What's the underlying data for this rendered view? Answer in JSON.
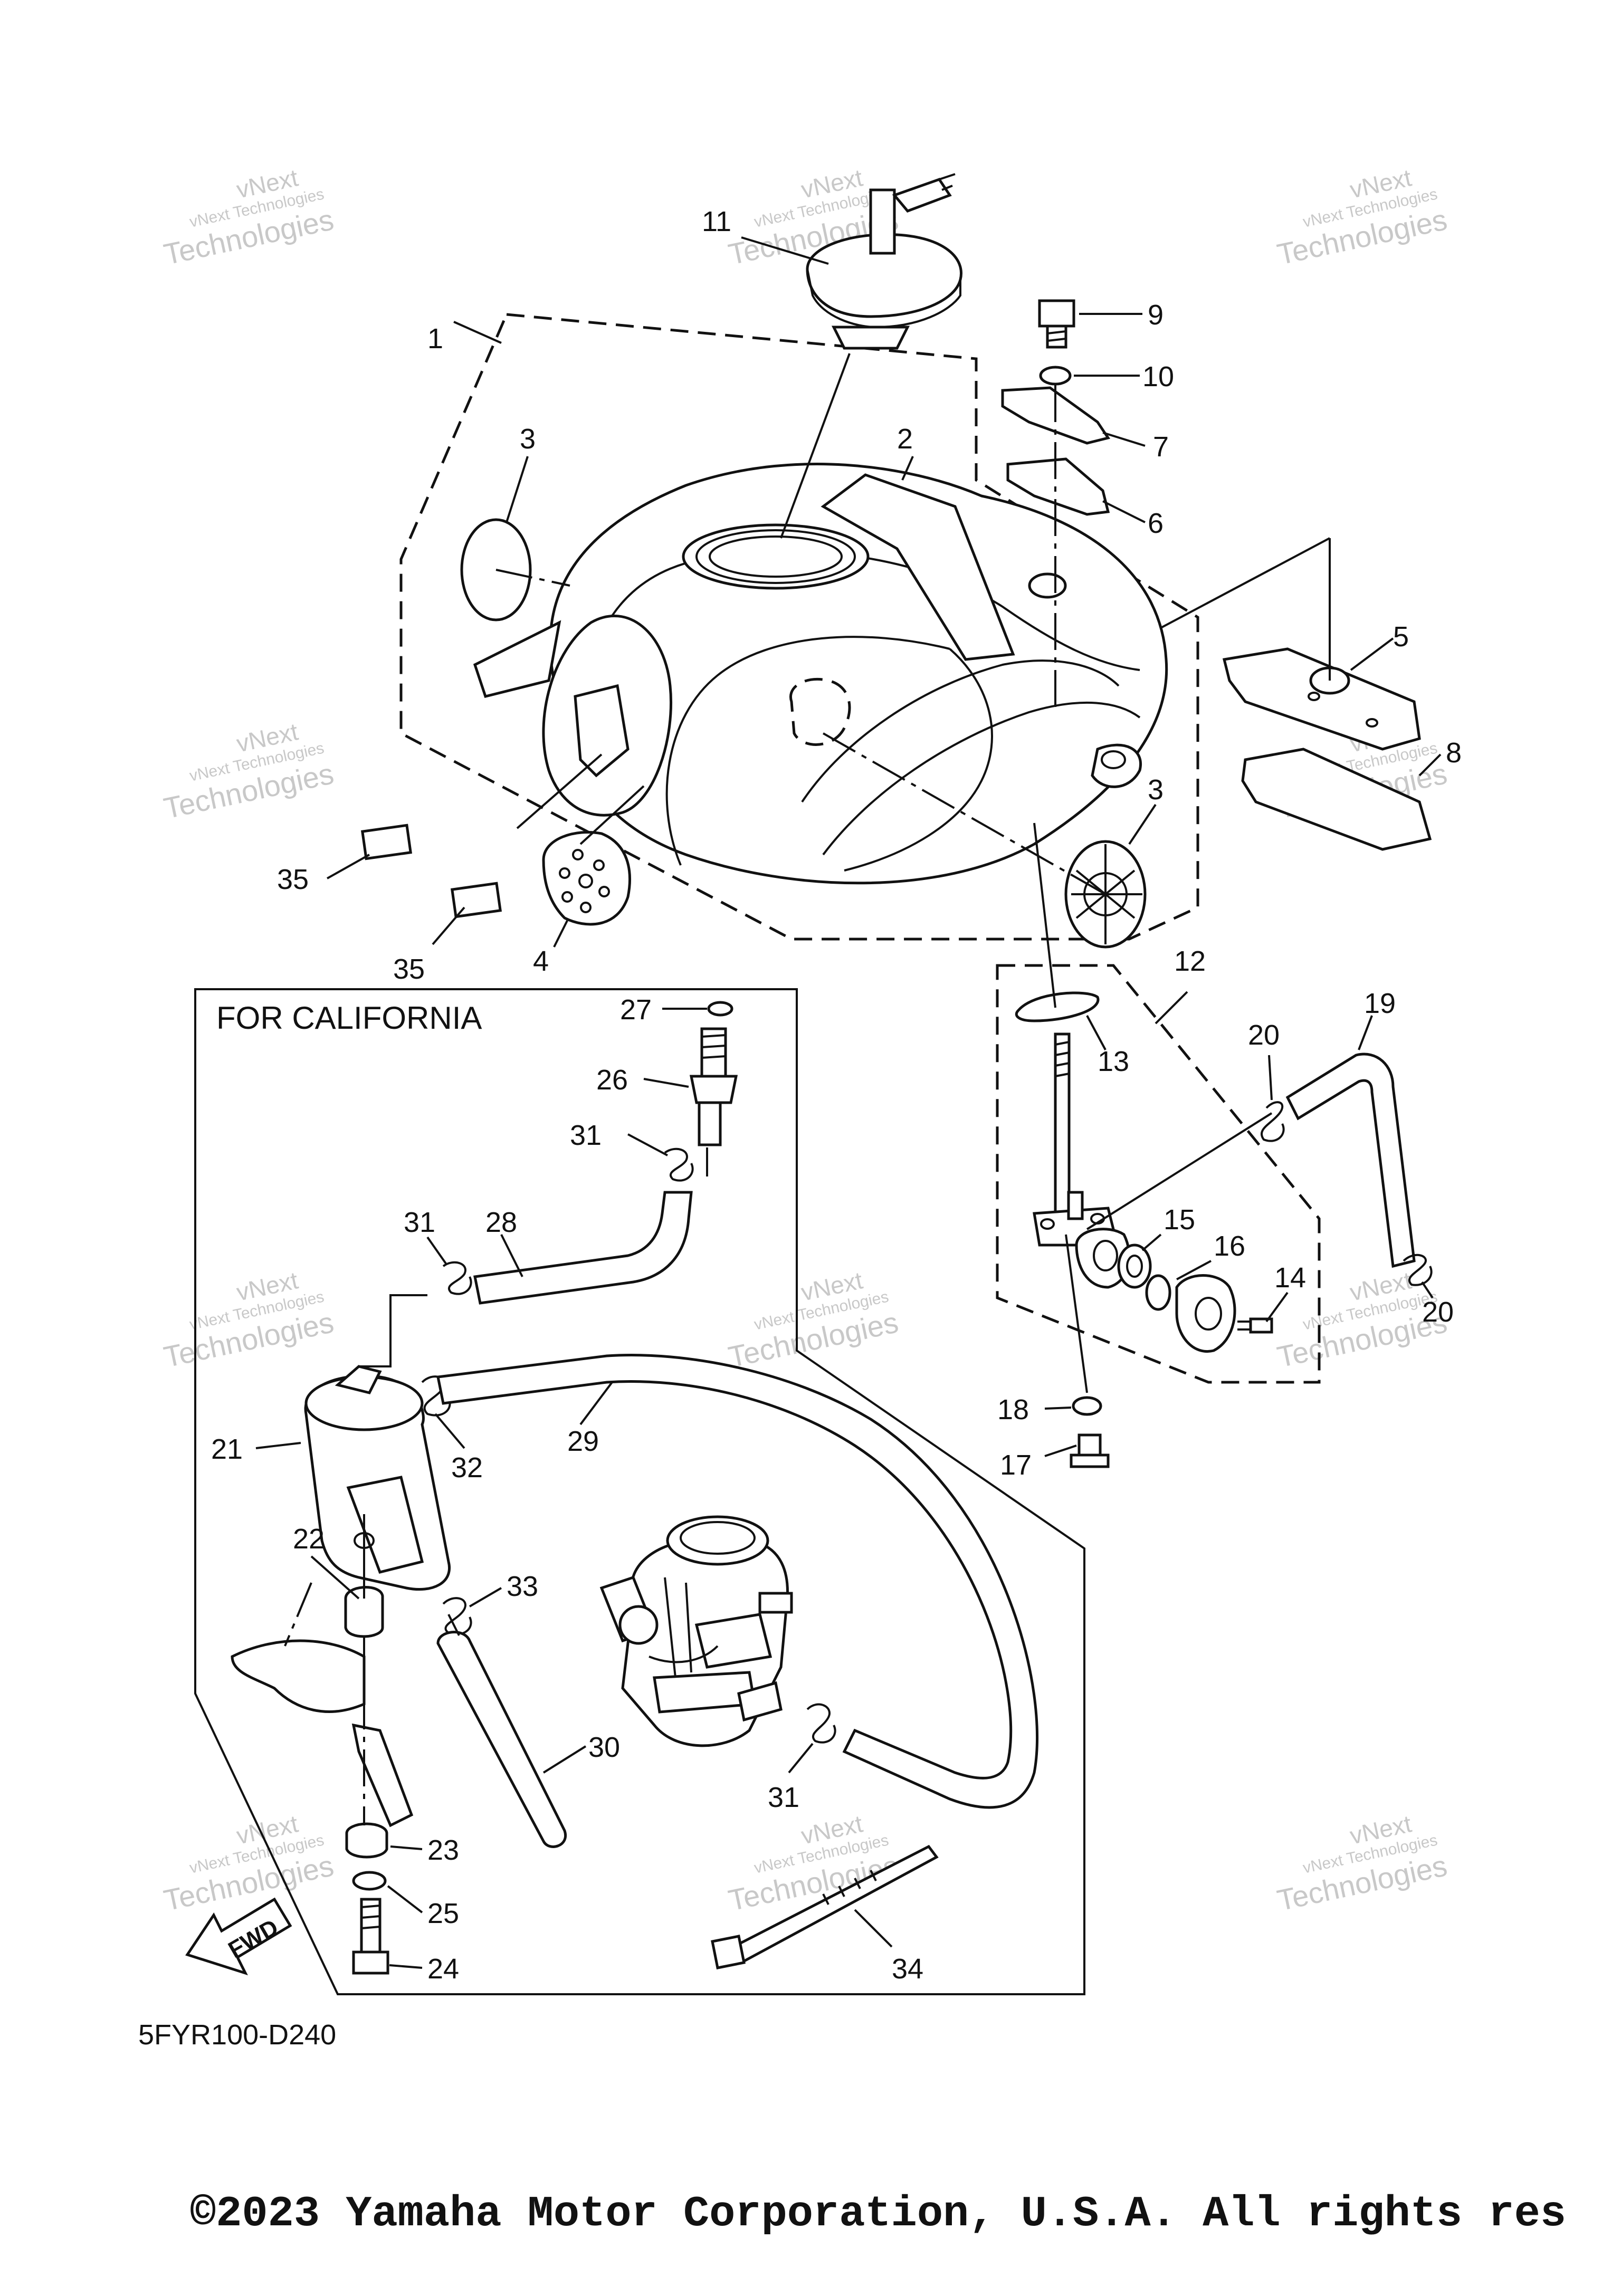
{
  "callouts": [
    {
      "n": "1"
    },
    {
      "n": "2"
    },
    {
      "n": "3"
    },
    {
      "n": "3"
    },
    {
      "n": "4"
    },
    {
      "n": "5"
    },
    {
      "n": "6"
    },
    {
      "n": "7"
    },
    {
      "n": "8"
    },
    {
      "n": "9"
    },
    {
      "n": "10"
    },
    {
      "n": "11"
    },
    {
      "n": "12"
    },
    {
      "n": "13"
    },
    {
      "n": "14"
    },
    {
      "n": "15"
    },
    {
      "n": "16"
    },
    {
      "n": "17"
    },
    {
      "n": "18"
    },
    {
      "n": "19"
    },
    {
      "n": "20"
    },
    {
      "n": "20"
    },
    {
      "n": "21"
    },
    {
      "n": "22"
    },
    {
      "n": "23"
    },
    {
      "n": "24"
    },
    {
      "n": "25"
    },
    {
      "n": "26"
    },
    {
      "n": "27"
    },
    {
      "n": "28"
    },
    {
      "n": "29"
    },
    {
      "n": "30"
    },
    {
      "n": "31"
    },
    {
      "n": "31"
    },
    {
      "n": "31"
    },
    {
      "n": "32"
    },
    {
      "n": "33"
    },
    {
      "n": "34"
    },
    {
      "n": "35"
    },
    {
      "n": "35"
    }
  ],
  "california_box_title": "FOR CALIFORNIA",
  "fwd_label": "FWD",
  "drawing_code": "5FYR100-D240",
  "watermark_line1": "vNext Technologies",
  "watermark_line2": "vNext",
  "watermark_line3": "Technologies",
  "copyright": "©2023 Yamaha Motor Corporation, U.S.A. All rights res",
  "colors": {
    "ink": "#111111",
    "watermark": "#c8c8c8",
    "background": "#ffffff"
  }
}
